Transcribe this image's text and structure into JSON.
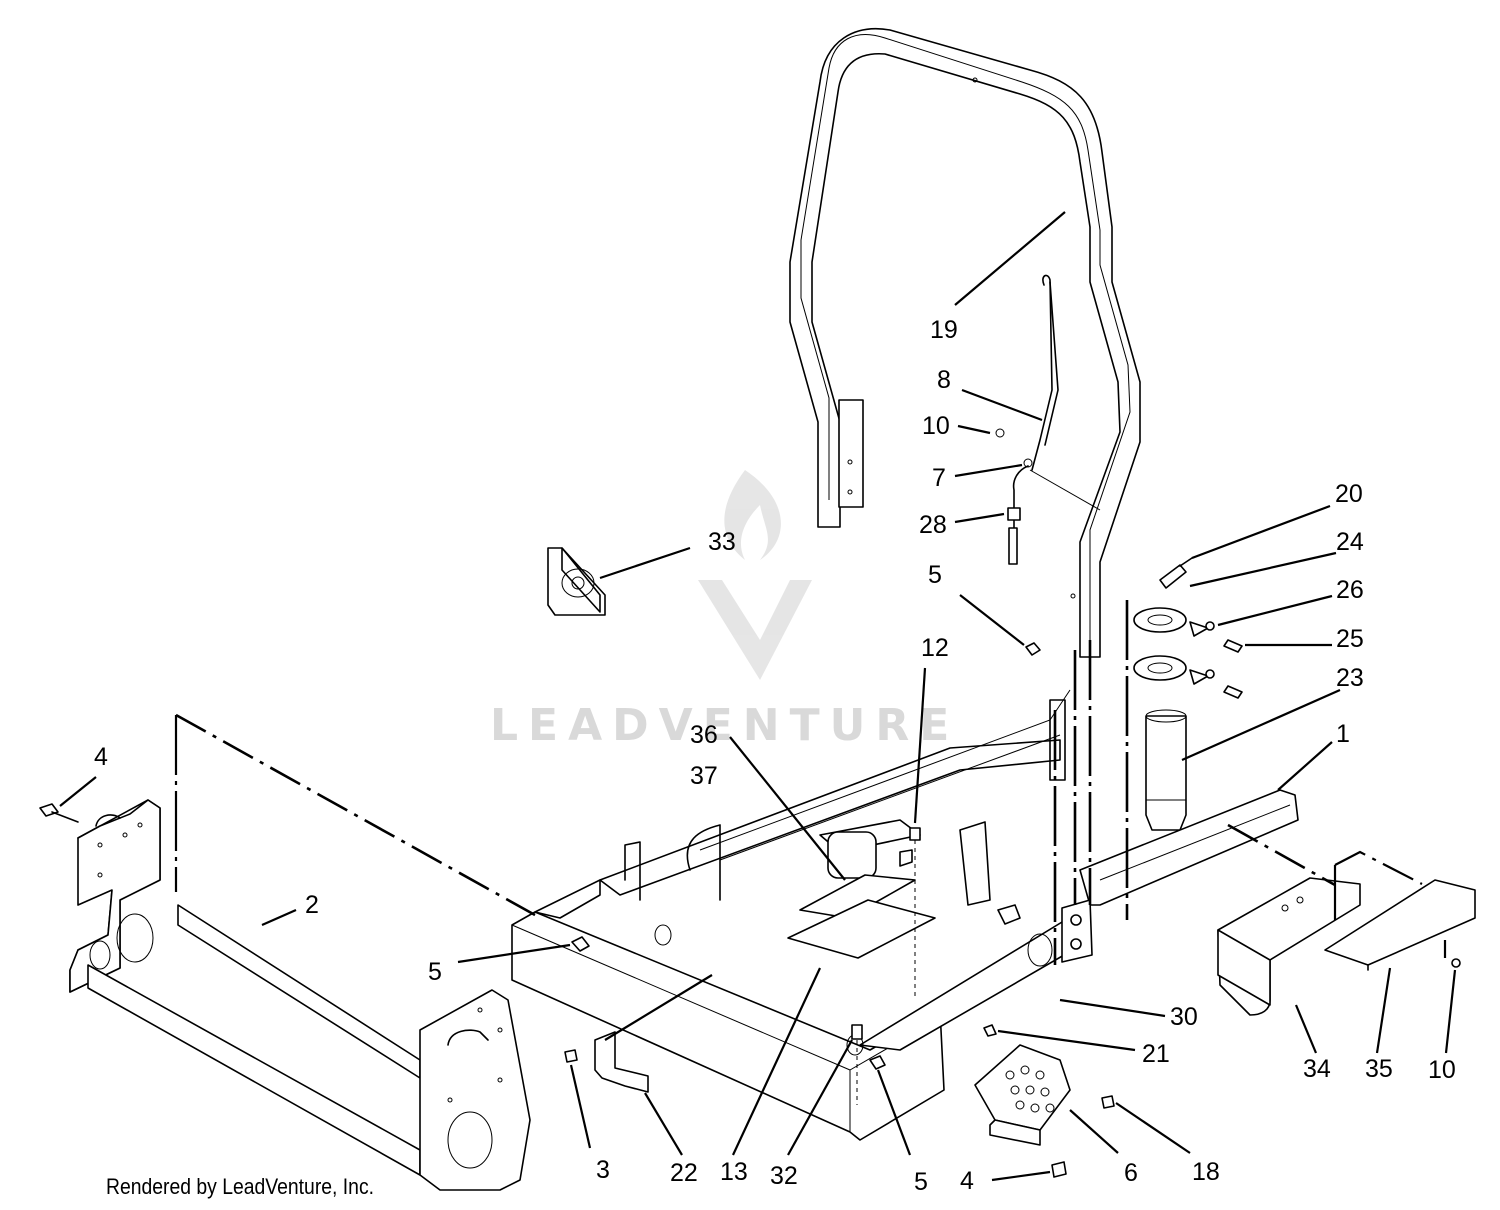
{
  "watermark": {
    "text": "LEADVENTURE",
    "color": "#d9d9d9"
  },
  "credit": "Rendered by LeadVenture, Inc.",
  "callouts": [
    {
      "id": "c19",
      "label": "19"
    },
    {
      "id": "c8",
      "label": "8"
    },
    {
      "id": "c10a",
      "label": "10"
    },
    {
      "id": "c7",
      "label": "7"
    },
    {
      "id": "c28",
      "label": "28"
    },
    {
      "id": "c20",
      "label": "20"
    },
    {
      "id": "c24",
      "label": "24"
    },
    {
      "id": "c26",
      "label": "26"
    },
    {
      "id": "c25",
      "label": "25"
    },
    {
      "id": "c33",
      "label": "33"
    },
    {
      "id": "c5a",
      "label": "5"
    },
    {
      "id": "c12",
      "label": "12"
    },
    {
      "id": "c23",
      "label": "23"
    },
    {
      "id": "c36",
      "label": "36"
    },
    {
      "id": "c37",
      "label": "37"
    },
    {
      "id": "c1",
      "label": "1"
    },
    {
      "id": "c4a",
      "label": "4"
    },
    {
      "id": "c2",
      "label": "2"
    },
    {
      "id": "c5b",
      "label": "5"
    },
    {
      "id": "c30",
      "label": "30"
    },
    {
      "id": "c21",
      "label": "21"
    },
    {
      "id": "c34",
      "label": "34"
    },
    {
      "id": "c35",
      "label": "35"
    },
    {
      "id": "c10b",
      "label": "10"
    },
    {
      "id": "c3",
      "label": "3"
    },
    {
      "id": "c22",
      "label": "22"
    },
    {
      "id": "c13",
      "label": "13"
    },
    {
      "id": "c32",
      "label": "32"
    },
    {
      "id": "c5c",
      "label": "5"
    },
    {
      "id": "c4b",
      "label": "4"
    },
    {
      "id": "c6",
      "label": "6"
    },
    {
      "id": "c18",
      "label": "18"
    }
  ]
}
